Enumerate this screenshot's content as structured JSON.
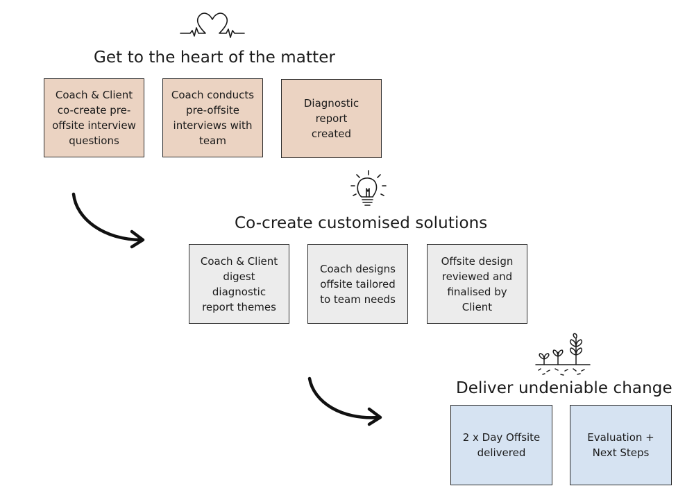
{
  "stages": [
    {
      "heading": "Get to the heart of the matter",
      "icon": "heartbeat-heart-icon",
      "boxes": [
        "Coach & Client\nco-create pre-\noffsite interview\nquestions",
        "Coach conducts\npre-offsite\ninterviews with\nteam",
        "Diagnostic\nreport\ncreated"
      ],
      "color": "#ebd3c2"
    },
    {
      "heading": "Co-create customised solutions",
      "icon": "lightbulb-icon",
      "boxes": [
        "Coach & Client\ndigest\ndiagnostic\nreport themes",
        "Coach designs\noffsite tailored\nto team needs",
        "Offsite design\nreviewed and\nfinalised by\nClient"
      ],
      "color": "#ececec"
    },
    {
      "heading": "Deliver undeniable change",
      "icon": "sprouting-plants-icon",
      "boxes": [
        "2 x Day Offsite\ndelivered",
        "Evaluation +\nNext Steps"
      ],
      "color": "#d6e3f2"
    }
  ],
  "connectors": [
    "curved-arrow-icon",
    "curved-arrow-icon"
  ]
}
